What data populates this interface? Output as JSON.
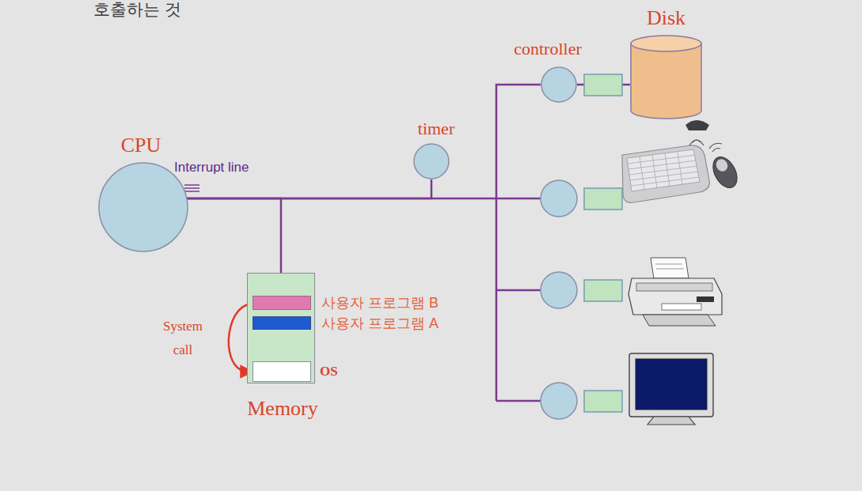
{
  "diagram": {
    "nodes": [
      {
        "text": [
          "CPU"
        ]
      },
      {
        "text": [
          "timer"
        ]
      },
      {
        "text": [
          "Memory"
        ]
      },
      {
        "text": [
          "사용자 프로그램 B"
        ],
        "in": 2
      },
      {
        "text": [
          "사용자 프로그램 A"
        ],
        "in": 2
      },
      {
        "text": [
          "OS"
        ],
        "in": 2
      },
      {
        "text": [
          "controller"
        ]
      },
      {
        "text": [
          "Disk"
        ]
      }
    ],
    "edges": [
      {
        "from": 0,
        "to": 1,
        "arrow": "none"
      },
      {
        "from": 0,
        "to": 2,
        "arrow": "none"
      },
      {
        "from": 0,
        "to": 6,
        "arrow": "none"
      },
      {
        "from": 6,
        "to": 7,
        "arrow": "none"
      },
      {
        "from": 3,
        "to": 5,
        "arrow": "to",
        "label": "System call"
      }
    ],
    "labels": [
      "호출하는 것",
      "Interrupt line"
    ]
  }
}
